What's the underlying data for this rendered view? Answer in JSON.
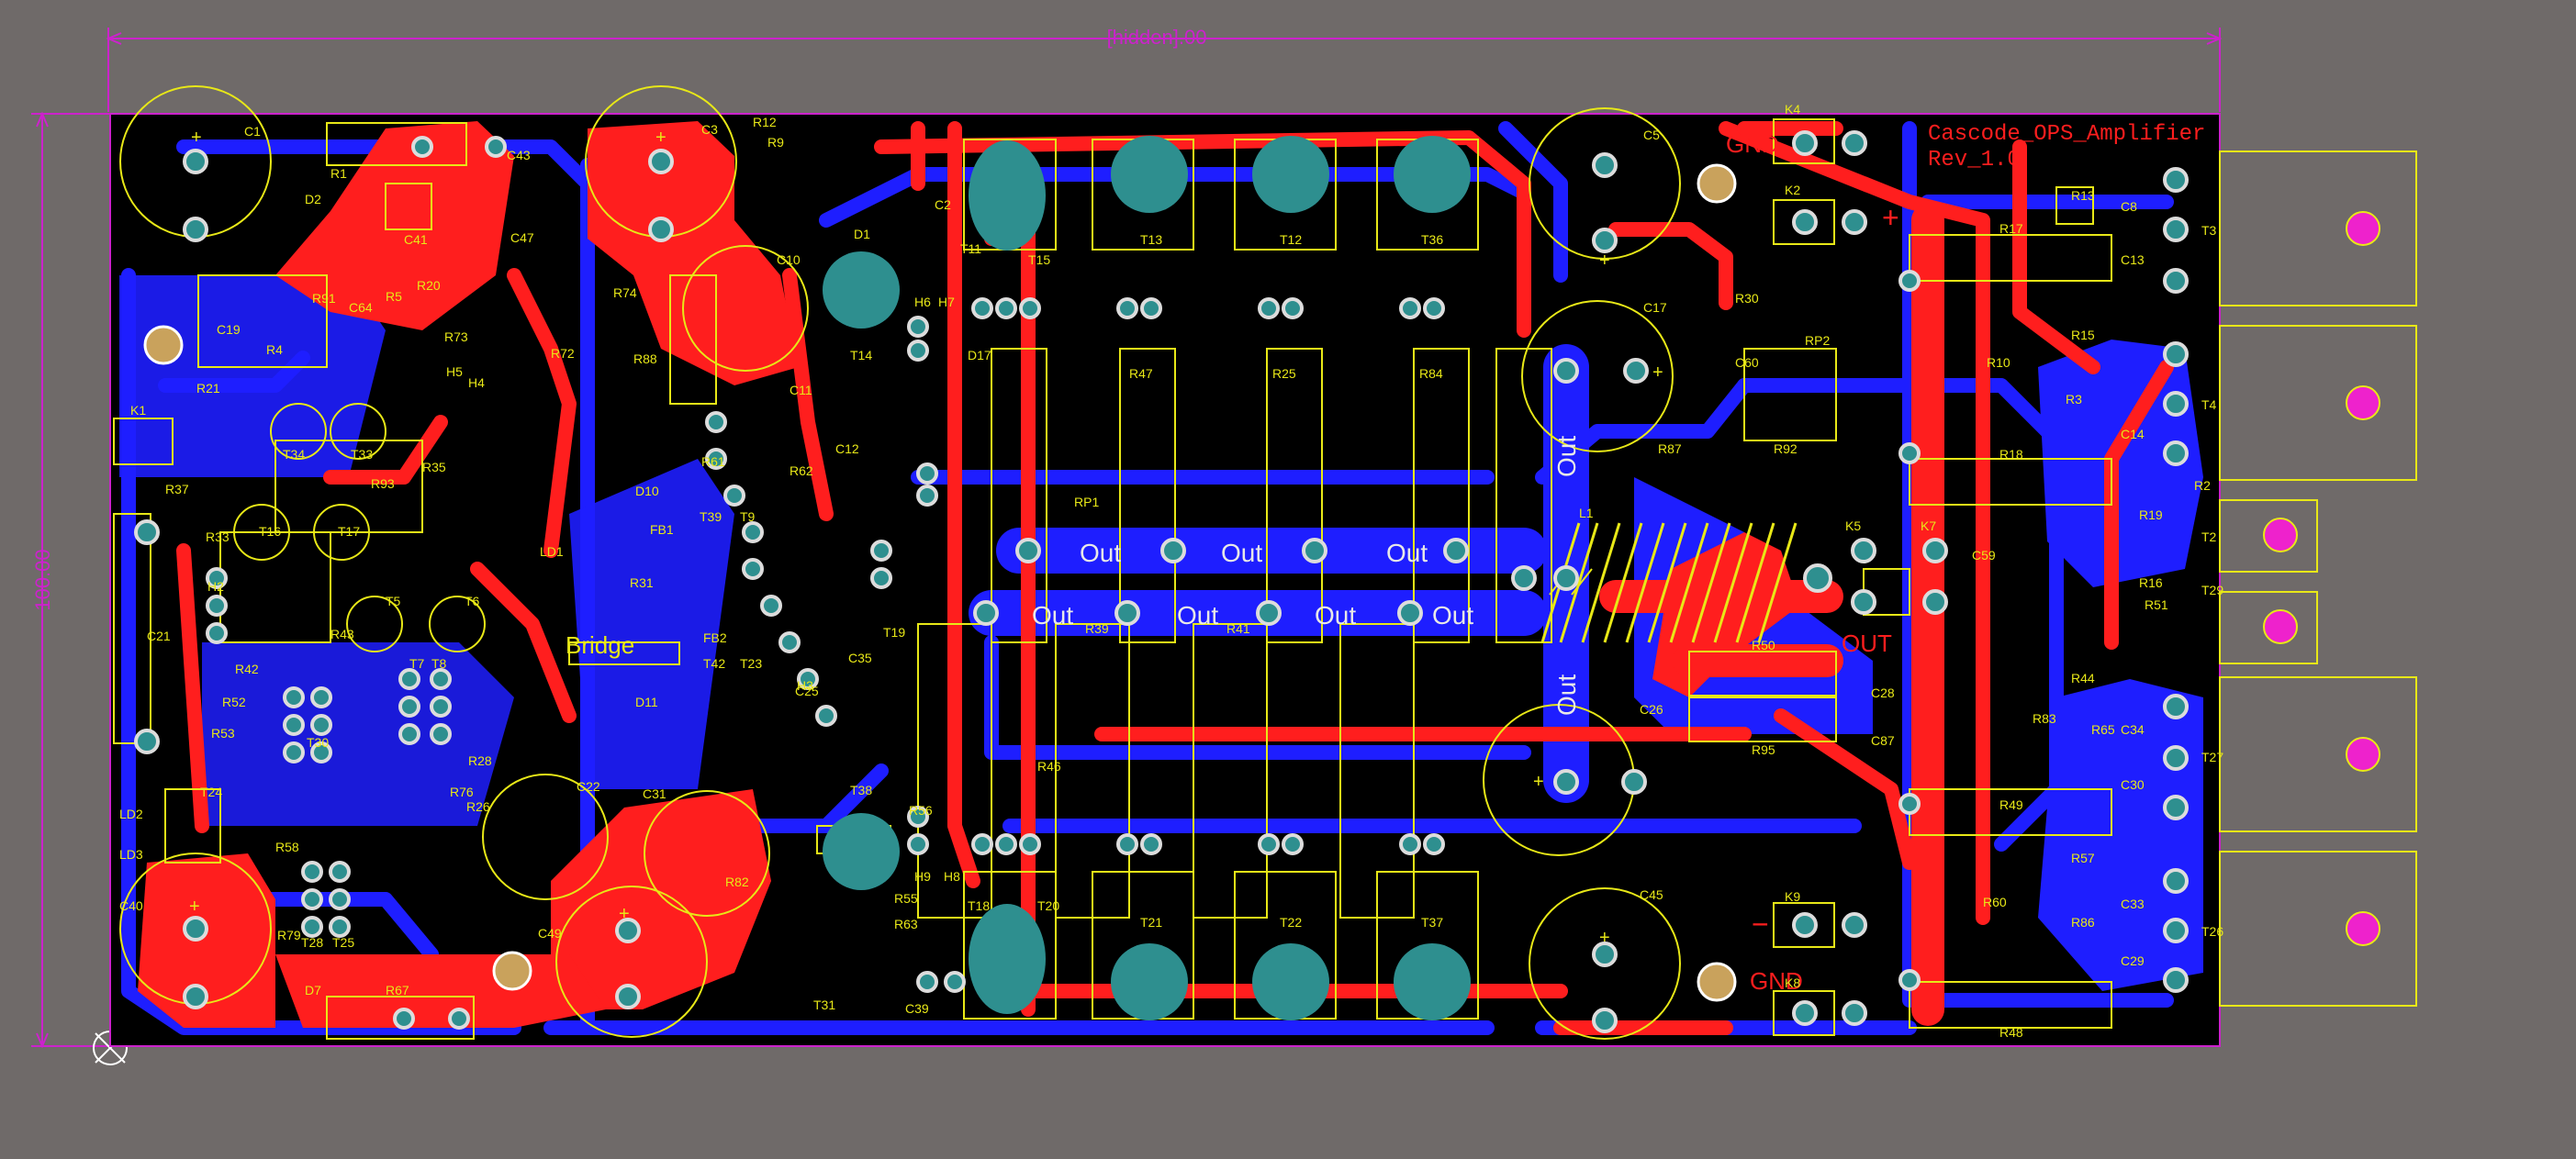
{
  "board": {
    "title": "Cascode_OPS_Amplifier",
    "revision": "Rev_1.0",
    "width_dim": "[hidden].00",
    "height_dim": "100.00",
    "section_label": "Bridge"
  },
  "connectors": {
    "gnd_top": "GND",
    "gnd_bottom": "GND",
    "plus": "+",
    "minus": "−",
    "out": "OUT"
  },
  "nets": {
    "out": "Out"
  },
  "colors": {
    "background": "#6f6a69",
    "board": "#000000",
    "top_copper": "#ff1e1e",
    "bottom_copper": "#1e1eff",
    "silkscreen": "#e8e817",
    "pad": "#2e8f8f",
    "outline": "#cc22cc"
  },
  "designators": {
    "transistors": [
      "T11",
      "T13",
      "T12",
      "T36",
      "T14",
      "T15",
      "T38",
      "T18",
      "T20",
      "T21",
      "T22",
      "T37",
      "T34",
      "T33",
      "T16",
      "T17",
      "T5",
      "T6",
      "T7",
      "T8",
      "T30",
      "T24",
      "T28",
      "T25",
      "T31",
      "T39",
      "T9",
      "T42",
      "T23",
      "T19",
      "T3",
      "T4",
      "T2",
      "T29",
      "T27",
      "T26"
    ],
    "capacitors": [
      "C1",
      "C3",
      "C5",
      "C17",
      "C26",
      "C45",
      "C49",
      "C40",
      "C22",
      "C31",
      "C21",
      "C19",
      "C43",
      "C41",
      "C47",
      "C35",
      "C2",
      "C10",
      "C11",
      "C12",
      "C25",
      "C28",
      "C87",
      "C39",
      "C59",
      "C60",
      "C64",
      "C8",
      "C13",
      "C14",
      "C30",
      "C34",
      "C29",
      "C33"
    ],
    "resistors": [
      "R1",
      "R12",
      "R9",
      "R17",
      "R13",
      "R15",
      "R10",
      "R3",
      "R18",
      "R30",
      "R87",
      "R92",
      "R50",
      "R95",
      "R49",
      "R57",
      "R60",
      "R86",
      "R48",
      "R21",
      "R4",
      "R5",
      "R31",
      "R39",
      "R41",
      "R46",
      "R47",
      "R25",
      "R84",
      "R82",
      "R67",
      "R63",
      "R55",
      "R56",
      "R76",
      "R28",
      "R26",
      "R88",
      "R74",
      "R73",
      "R72",
      "R91",
      "R20",
      "R33",
      "R37",
      "R43",
      "R42",
      "R52",
      "R53",
      "R83",
      "R65",
      "R19",
      "R16",
      "R51",
      "R44",
      "R2",
      "R35",
      "R93",
      "R58",
      "R79",
      "R61",
      "R62"
    ],
    "misc": [
      "K1",
      "K2",
      "K4",
      "K5",
      "K7",
      "K8",
      "K9",
      "D1",
      "D2",
      "D7",
      "D10",
      "D11",
      "D17",
      "L1",
      "RP1",
      "RP2",
      "LD1",
      "LD2",
      "LD3",
      "H2",
      "H3",
      "H4",
      "H5",
      "H6",
      "H7",
      "H8",
      "H9",
      "FB1",
      "FB2"
    ]
  }
}
